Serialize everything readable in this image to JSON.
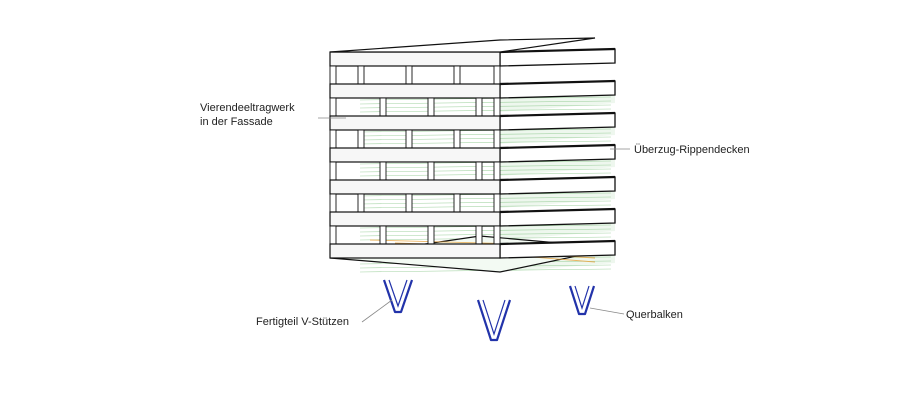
{
  "labels": {
    "facade_line1": "Vierendeeltragwerk",
    "facade_line2": "in der Fassade",
    "ribbed_slab": "Überzug-Rippendecken",
    "v_columns": "Fertigteil V-Stützen",
    "cross_beam": "Querbalken"
  },
  "colors": {
    "outline": "#111111",
    "facade_fill": "#f7f7f7",
    "slab_stripe": "#7fc27f",
    "column": "#2233aa",
    "beam": "#e8a33c",
    "leader": "#888888"
  },
  "floors": 7
}
